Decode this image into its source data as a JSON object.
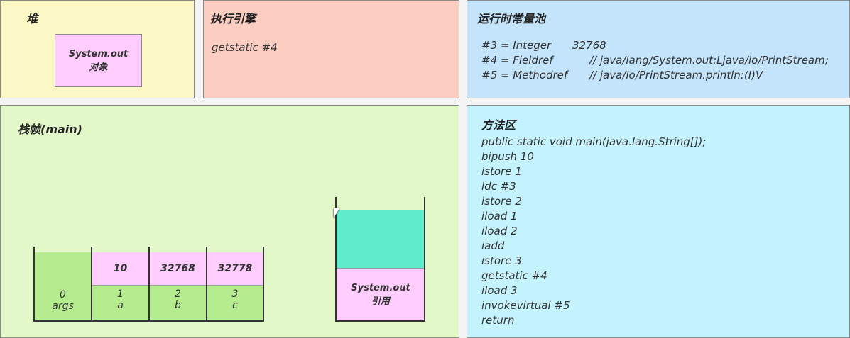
{
  "heap": {
    "title": "堆",
    "object_line1": "System.out",
    "object_line2": "对象"
  },
  "engine": {
    "title": "执行引擎",
    "instruction": "getstatic #4"
  },
  "pool": {
    "title": "运行时常量池",
    "entries": [
      {
        "key": "#3 = Integer",
        "value": "32768"
      },
      {
        "key": "#4 = Fieldref",
        "value": "// java/lang/System.out:Ljava/io/PrintStream;"
      },
      {
        "key": "#5 = Methodref",
        "value": "// java/io/PrintStream.println:(I)V"
      }
    ]
  },
  "frame": {
    "title": "栈帧(main)",
    "locals": [
      {
        "index": "0",
        "name": "args",
        "value": ""
      },
      {
        "index": "1",
        "name": "a",
        "value": "10"
      },
      {
        "index": "2",
        "name": "b",
        "value": "32768"
      },
      {
        "index": "3",
        "name": "c",
        "value": "32778"
      }
    ],
    "operand_stack": {
      "item_line1": "System.out",
      "item_line2": "引用"
    }
  },
  "method_area": {
    "title": "方法区",
    "code": [
      "public static void main(java.lang.String[]);",
      "bipush 10",
      "istore 1",
      "ldc #3",
      "istore 2",
      "iload 1",
      "iload 2",
      "iadd",
      "istore 3",
      "getstatic #4",
      "iload 3",
      "invokevirtual #5",
      "return"
    ]
  }
}
